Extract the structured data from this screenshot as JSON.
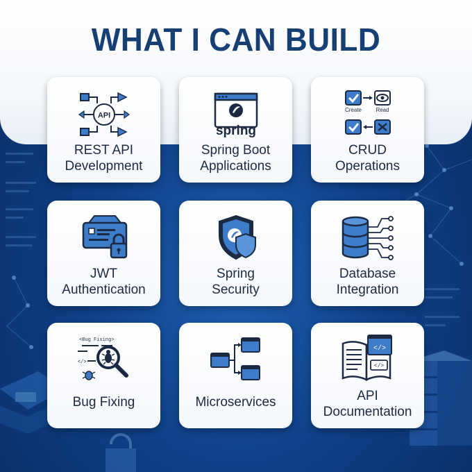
{
  "title": "WHAT I CAN BUILD",
  "colors": {
    "title": "#163f74",
    "icon_dark": "#1b2a42",
    "icon_blue": "#3d7cc9",
    "background": "#0f3f86"
  },
  "cards": [
    {
      "icon": "rest-api-icon",
      "line1": "REST API",
      "line2": "Development",
      "icon_text": "API"
    },
    {
      "icon": "spring-boot-icon",
      "line1": "Spring Boot",
      "line2": "Applications",
      "icon_text": "spring"
    },
    {
      "icon": "crud-icon",
      "line1": "CRUD",
      "line2": "Operations",
      "icon_text_create": "Create",
      "icon_text_read": "Read"
    },
    {
      "icon": "jwt-lock-icon",
      "line1": "JWT",
      "line2": "Authentication"
    },
    {
      "icon": "security-shield-icon",
      "line1": "Spring",
      "line2": "Security"
    },
    {
      "icon": "database-icon",
      "line1": "Database",
      "line2": "Integration"
    },
    {
      "icon": "bug-magnifier-icon",
      "line1": "Bug Fixing",
      "icon_text_bug": "<Bug Fixing>",
      "icon_text_code": "</>"
    },
    {
      "icon": "microservices-icon",
      "line1": "Microservices"
    },
    {
      "icon": "api-docs-icon",
      "line1": "API",
      "line2": "Documentation",
      "icon_text_code": "</>"
    }
  ]
}
